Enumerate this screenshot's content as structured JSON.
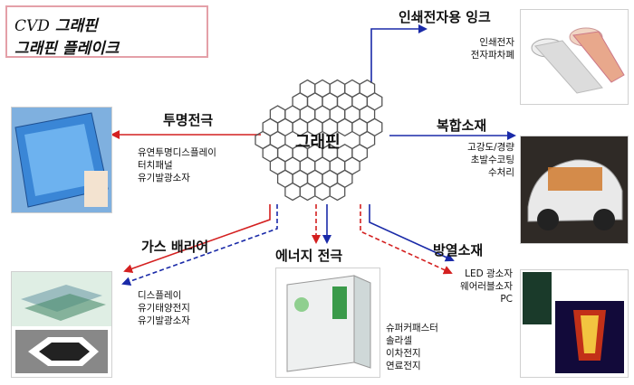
{
  "legend": {
    "cvd_prefix": "CVD",
    "cvd_label": "그래핀",
    "flake_label": "그래핀 플레이크",
    "cvd_color": "#d42020",
    "flake_color": "#1a2aa8"
  },
  "center": {
    "label": "그래핀"
  },
  "applications": {
    "ink": {
      "title": "인쇄전자용 잉크",
      "items": [
        "인쇄전자",
        "전자파차폐"
      ]
    },
    "transparent": {
      "title": "투명전극",
      "items": [
        "유연투명디스플레이",
        "터치패널",
        "유기발광소자"
      ]
    },
    "composite": {
      "title": "복합소재",
      "items": [
        "고강도/경량",
        "초발수코팅",
        "수처리"
      ]
    },
    "gas": {
      "title": "가스 배리어",
      "items": [
        "디스플레이",
        "유기태양전지",
        "유기발광소자"
      ]
    },
    "energy": {
      "title": "에너지 전극",
      "items": [
        "슈퍼커패스터",
        "솔라셀",
        "이차전지",
        "연료전지"
      ]
    },
    "heat": {
      "title": "방열소재",
      "items": [
        "LED 광소자",
        "웨어러블소자",
        "PC"
      ]
    }
  }
}
